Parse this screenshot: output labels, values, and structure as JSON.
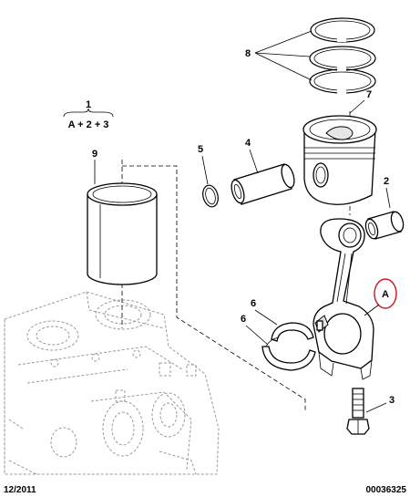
{
  "callouts": {
    "assembly_number": "1",
    "assembly_formula": "A + 2 + 3",
    "cylinder_liner": "9",
    "circlip": "5",
    "gudgeon_pin": "4",
    "piston_rings": "8",
    "piston": "7",
    "bush": "2",
    "connecting_rod": "A",
    "bearing_shell_upper": "6",
    "bearing_shell_lower": "6",
    "bolt": "3"
  },
  "footer": {
    "date": "12/2011",
    "reference": "00036325"
  },
  "colors": {
    "line": "#000000",
    "ghost_block": "#9a9a9a",
    "highlight_circle": "#d0202a"
  }
}
